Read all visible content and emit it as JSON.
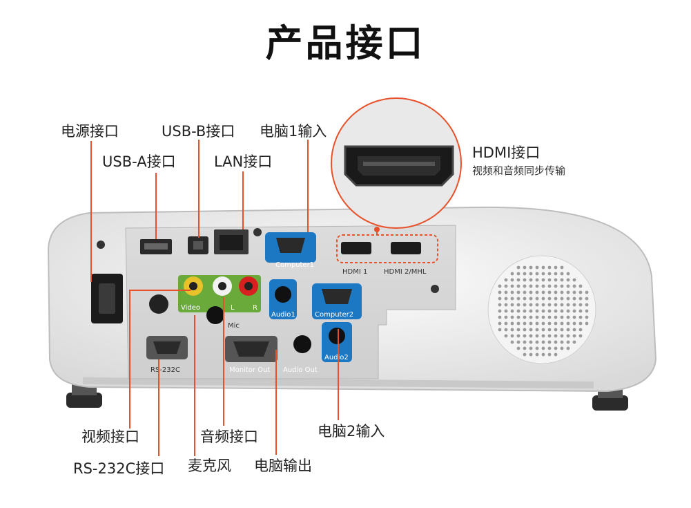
{
  "title": "产品接口",
  "callouts": {
    "power": "电源接口",
    "usb_b": "USB-B接口",
    "computer1_in": "电脑1输入",
    "usb_a": "USB-A接口",
    "lan": "LAN接口",
    "hdmi": "HDMI接口",
    "hdmi_desc": "视频和音频同步传输",
    "video": "视频接口",
    "audio": "音频接口",
    "computer2_in": "电脑2输入",
    "rs232c": "RS-232C接口",
    "mic": "麦克风",
    "computer_out": "电脑输出"
  },
  "panel_labels": {
    "computer1": "Computer1",
    "hdmi1": "HDMI 1",
    "hdmi2": "HDMI 2/MHL",
    "video": "Video",
    "l": "L",
    "r": "R",
    "audio1": "Audio1",
    "computer2": "Computer2",
    "mic": "Mic",
    "rs232c": "RS-232C",
    "monitor_out": "Monitor Out",
    "audio_out": "Audio Out",
    "audio2": "Audio2"
  },
  "colors": {
    "highlight": "#e8502a",
    "port_blue": "#1d78c4",
    "panel_green": "#6aaa3a",
    "body": "#f2f2f2"
  }
}
